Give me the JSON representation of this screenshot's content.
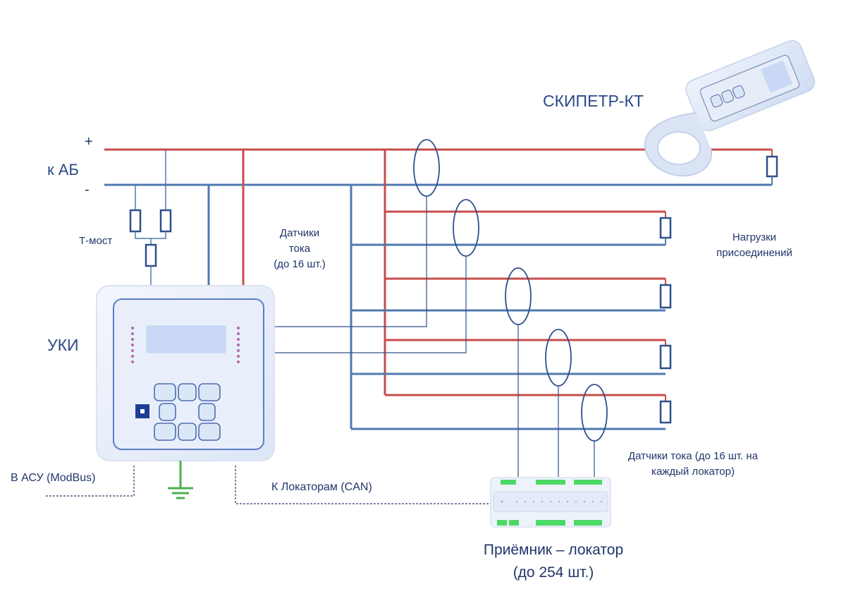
{
  "colors": {
    "positive_bus": "#c84b4b",
    "negative_bus": "#4f79b0",
    "sensor": "#2e4f8c",
    "ground": "#4caf50",
    "device_body": "#e8eef9",
    "device_panel": "#c9d9f5",
    "led": "#b06aa8",
    "connector": "#4cd964"
  },
  "labels": {
    "battery": "к АБ",
    "plus": "+",
    "minus": "-",
    "t_bridge": "Т-мост",
    "uki": "УКИ",
    "current_sensors": [
      "Датчики",
      "тока",
      "(до 16 шт.)"
    ],
    "loads": [
      "Нагрузки",
      "присоединений"
    ],
    "clamp_device": "СКИПЕТР-КТ",
    "asu": "В АСУ (ModBus)",
    "locators_link": "К Локаторам (CAN)",
    "locator_sensors": [
      "Датчики тока (до 16 шт. на",
      "каждый локатор)"
    ],
    "receiver": [
      "Приёмник – локатор",
      "(до 254 шт.)"
    ]
  },
  "icons": {
    "ground": "ground-symbol-icon",
    "resistor": "resistor-icon",
    "current_sensor": "current-transformer-icon",
    "clamp_meter": "clamp-meter-icon"
  }
}
